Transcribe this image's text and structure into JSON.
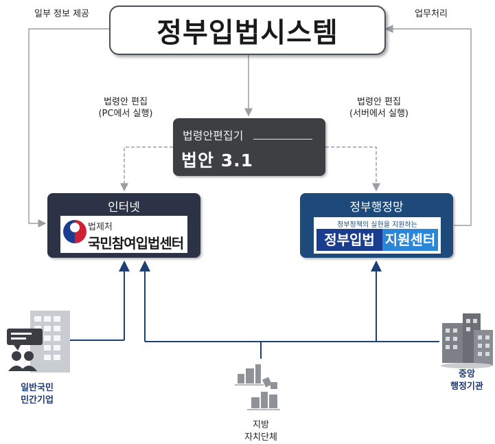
{
  "system": {
    "title": "정부입법시스템"
  },
  "flows": {
    "partial_info": "일부 정보 제공",
    "business": "업무처리",
    "edit_pc_line1": "법령안 편집",
    "edit_pc_line2": "(PC에서 실행)",
    "edit_server_line1": "법령안 편집",
    "edit_server_line2": "(서버에서 실행)"
  },
  "editor": {
    "name": "법령안편집기",
    "version": "법안 3.1"
  },
  "internet": {
    "title": "인터넷",
    "org": "법제처",
    "center": "국민참여입법센터"
  },
  "gov_network": {
    "title": "정부행정망",
    "tagline": "정부정책의 실현을 지원하는",
    "brand_a": "정부입법",
    "brand_b": "지원센터"
  },
  "entities": {
    "public_line1": "일반국민",
    "public_line2": "민간기업",
    "local_line1": "지방",
    "local_line2": "자치단체",
    "central_line1": "중앙",
    "central_line2": "행정기관"
  },
  "colors": {
    "arrow_gray": "#9a9ea5",
    "arrow_dark": "#1d3f73",
    "editor_bg": "#3e3f42",
    "internet_bg": "#2c3347",
    "gov_bg": "#1d4a7a"
  },
  "icons": {
    "people": "people-speech-icon",
    "building": "office-building-icon",
    "city": "city-buildings-icon"
  }
}
